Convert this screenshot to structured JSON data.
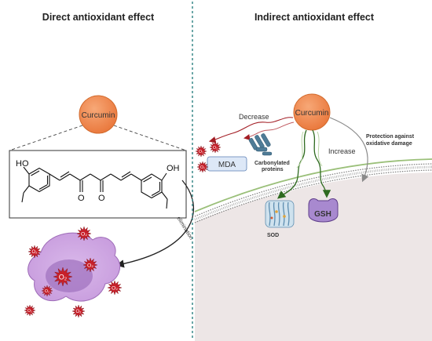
{
  "left_panel": {
    "title": "Direct antioxidant effect",
    "curcumin_label": "Curcumin",
    "arrow_label": "elimination",
    "structure_atoms": {
      "oh_left": "HO",
      "oh_right": "OH",
      "o_left": "O",
      "o_right": "O"
    },
    "radical_label": "O₂"
  },
  "right_panel": {
    "title": "Indirect antioxidant effect",
    "curcumin_label": "Curcumin",
    "decrease_label": "Decrease",
    "increase_label": "Increase",
    "protection_label_line1": "Protection against",
    "protection_label_line2": "oxidative damage",
    "mda_label": "MDA",
    "carbonylated_line1": "Carbonylated",
    "carbonylated_line2": "proteins",
    "sod_label": "SOD",
    "gsh_label": "GSH"
  },
  "colors": {
    "curcumin": "#f0894c",
    "radical": "#c8202a",
    "cell": "#cfa8e0",
    "nucleus": "#b07ccc",
    "gsh": "#a889cf",
    "divider": "#3a8a8a",
    "membrane": "#9bc07a"
  }
}
